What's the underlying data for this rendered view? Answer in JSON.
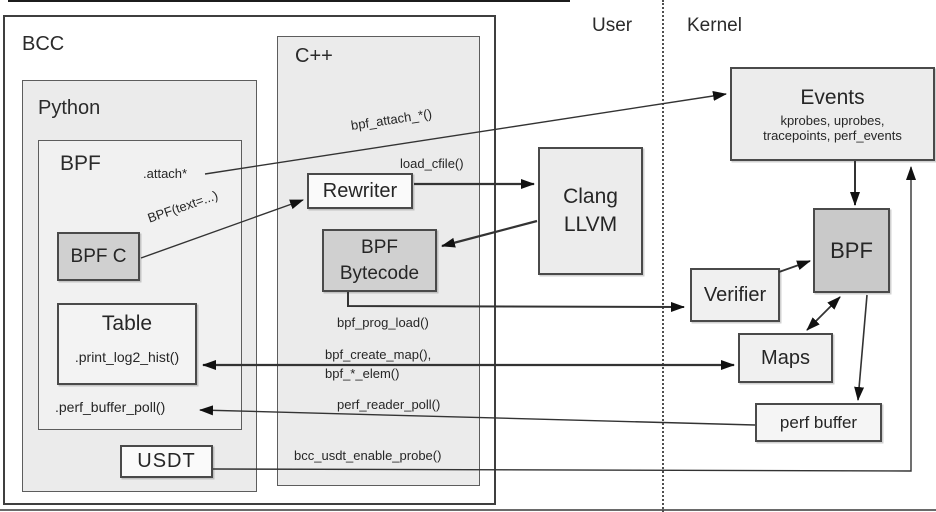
{
  "colors": {
    "background": "#ffffff",
    "group_fill": "#ebebeb",
    "node_fill_light": "#f0f0f0",
    "node_fill_white": "#fafafa",
    "node_fill_highlight": "#d0d0d0",
    "border": "#4a4a4a",
    "arrow": "#333333",
    "text": "#262626"
  },
  "regions": {
    "user_label": "User",
    "kernel_label": "Kernel"
  },
  "groups": {
    "bcc_label": "BCC",
    "python_label": "Python",
    "bpf_label": "BPF",
    "cpp_label": "C++"
  },
  "nodes": {
    "bpf_c_label": "BPF C",
    "table_title": "Table",
    "table_method": ".print_log2_hist()",
    "usdt_label": "USDT",
    "rewriter_label": "Rewriter",
    "bytecode_line1": "BPF",
    "bytecode_line2": "Bytecode",
    "clang_line1": "Clang",
    "clang_line2": "LLVM",
    "events_title": "Events",
    "events_sub1": "kprobes, uprobes,",
    "events_sub2": "tracepoints, perf_events",
    "kernel_bpf_label": "BPF",
    "verifier_label": "Verifier",
    "maps_label": "Maps",
    "perf_buffer_label": "perf buffer"
  },
  "edge_labels": {
    "attach": ".attach*",
    "bpf_attach": "bpf_attach_*()",
    "bpf_text": "BPF(text=...)",
    "load_cfile": "load_cfile()",
    "bpf_prog_load": "bpf_prog_load()",
    "bpf_create_map": "bpf_create_map(),",
    "bpf_elem": "bpf_*_elem()",
    "perf_reader_poll": "perf_reader_poll()",
    "perf_buffer_poll": ".perf_buffer_poll()",
    "bcc_usdt_enable_probe": "bcc_usdt_enable_probe()"
  }
}
